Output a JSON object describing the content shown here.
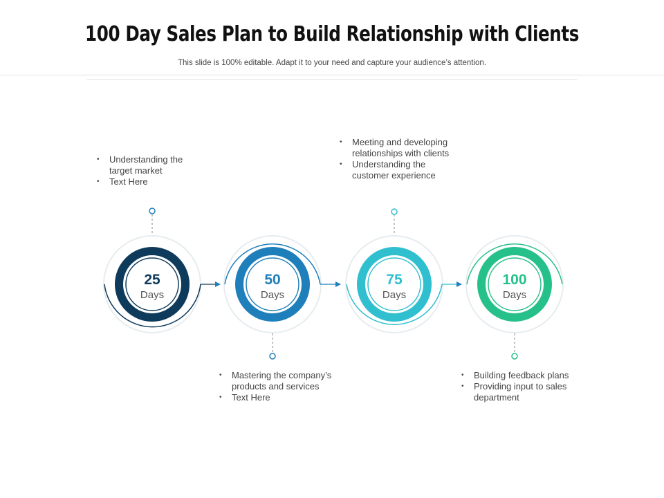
{
  "title": "100 Day Sales Plan to Build Relationship with Clients",
  "subtitle": "This slide is 100% editable. Adapt it to your need and capture your audience’s attention.",
  "colors": {
    "stage1": "#0e3a5c",
    "stage2": "#1f7fba",
    "stage3": "#2fbfcf",
    "stage4": "#26c08a",
    "outline": "#e6ecef"
  },
  "stages": [
    {
      "number": "25",
      "unit": "Days",
      "bullets": [
        "Understanding the target market",
        "Text Here"
      ]
    },
    {
      "number": "50",
      "unit": "Days",
      "bullets": [
        "Mastering the company’s products and services",
        "Text Here"
      ]
    },
    {
      "number": "75",
      "unit": "Days",
      "bullets": [
        "Meeting and developing relationships with clients",
        "Understanding the customer experience"
      ]
    },
    {
      "number": "100",
      "unit": "Days",
      "bullets": [
        "Building feedback plans",
        "Providing input to sales department"
      ]
    }
  ]
}
